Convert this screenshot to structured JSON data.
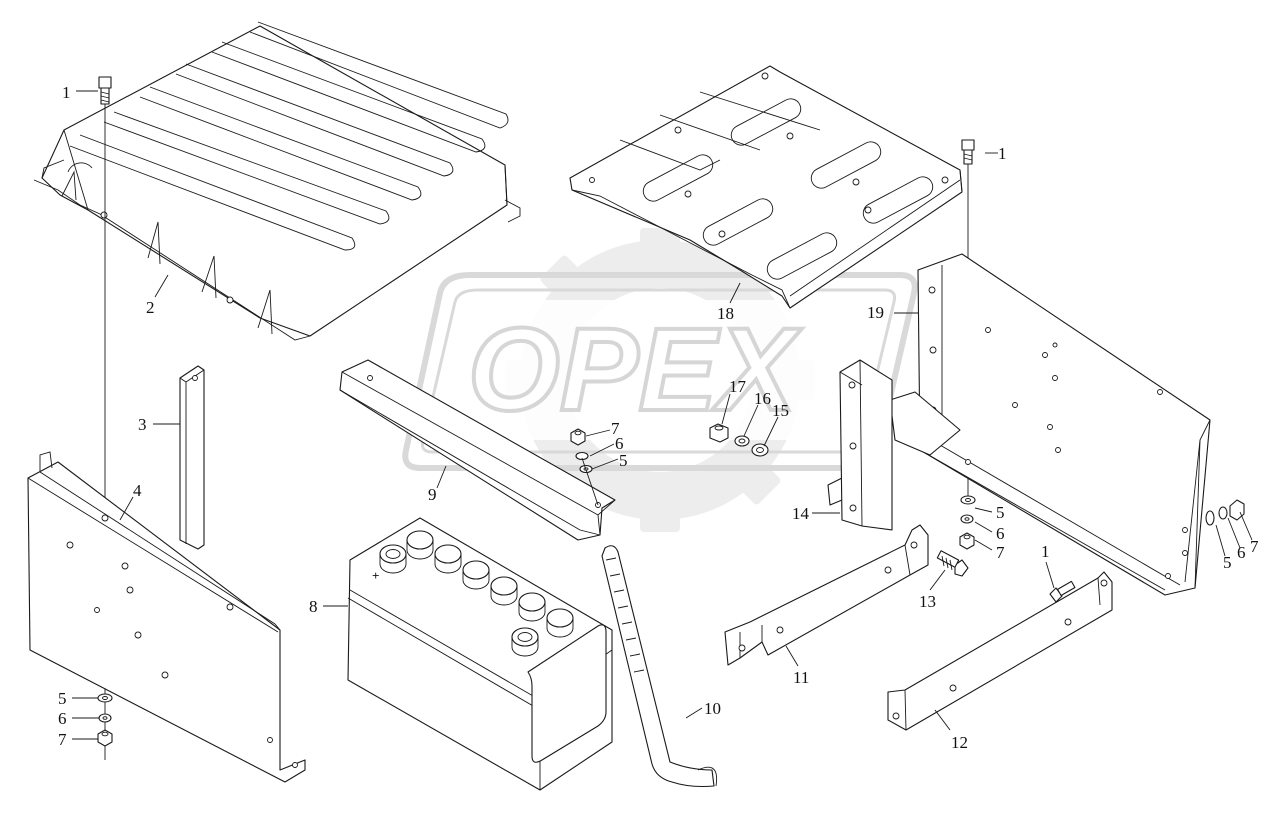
{
  "watermark": {
    "text": "OPEX"
  },
  "callouts": {
    "c1a": "1",
    "c1b": "1",
    "c1c": "1",
    "c2": "2",
    "c3": "3",
    "c4": "4",
    "c5a": "5",
    "c5b": "5",
    "c5c": "5",
    "c5d": "5",
    "c6a": "6",
    "c6b": "6",
    "c6c": "6",
    "c6d": "6",
    "c7a": "7",
    "c7b": "7",
    "c7c": "7",
    "c7d": "7",
    "c8": "8",
    "c9": "9",
    "c10": "10",
    "c11": "11",
    "c12": "12",
    "c13": "13",
    "c14": "14",
    "c15": "15",
    "c16": "16",
    "c17": "17",
    "c18": "18",
    "c19": "19"
  },
  "battery": {
    "terminal_symbol": "+"
  }
}
